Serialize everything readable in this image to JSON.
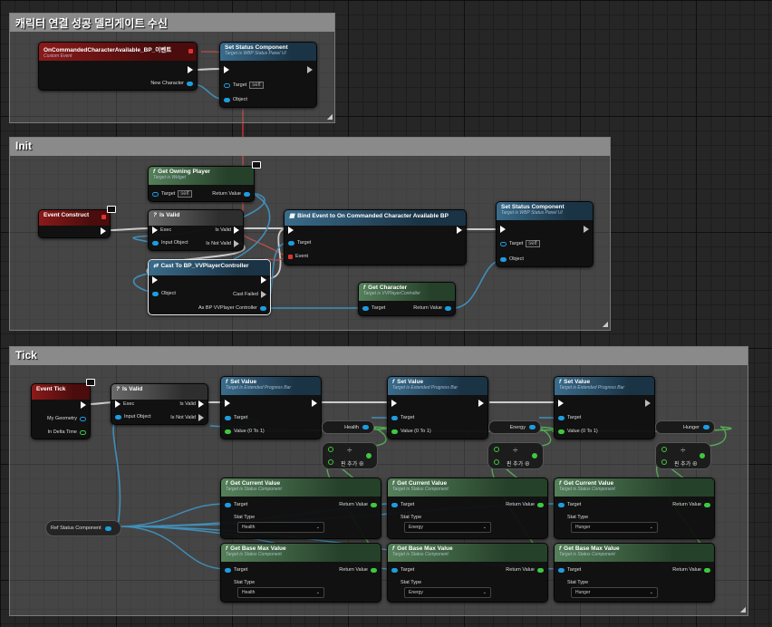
{
  "comments": {
    "top": "캐릭터 연결 성공 델리게이트 수신",
    "init": "Init",
    "tick": "Tick"
  },
  "pin_labels": {
    "target": "Target",
    "self": "self",
    "object": "Object",
    "return_value": "Return Value",
    "exec": "Exec",
    "input_object": "Input Object",
    "is_valid": "Is Valid",
    "is_not_valid": "Is Not Valid",
    "cast_failed": "Cast Failed",
    "as_bp_vv": "As BP VVPlayer Controller",
    "event": "Event",
    "value_0_to_1": "Value (0 To 1)",
    "stat_type": "Stat Type",
    "my_geometry": "My Geometry",
    "in_delta_time": "In Delta Time",
    "new_character": "New Character",
    "add_pin": "핀 추가",
    "divide": "÷"
  },
  "nodes": {
    "on_commanded": {
      "title": "OnCommandedCharacterAvailable_BP_이벤트",
      "subtitle": "Custom Event"
    },
    "set_status_1": {
      "title": "Set Status Component",
      "subtitle": "Target is WBP Status Panel UI"
    },
    "get_owning_player": {
      "title": "Get Owning Player",
      "subtitle": "Target is Widget"
    },
    "event_construct": {
      "title": "Event Construct"
    },
    "is_valid_init": {
      "title": "Is Valid"
    },
    "bind_event": {
      "title": "Bind Event to On Commanded Character Available BP"
    },
    "set_status_2": {
      "title": "Set Status Component",
      "subtitle": "Target is WBP Status Panel UI"
    },
    "cast": {
      "title": "Cast To BP_VVPlayerController"
    },
    "get_character": {
      "title": "Get Character",
      "subtitle": "Target is VVPlayerController"
    },
    "event_tick": {
      "title": "Event Tick"
    },
    "is_valid_tick": {
      "title": "Is Valid"
    },
    "set_value": {
      "title": "Set Value",
      "subtitle": "Target is Extended Progress Bar"
    },
    "get_current_value": {
      "title": "Get Current Value",
      "subtitle": "Target is Status Component"
    },
    "get_base_max_value": {
      "title": "Get Base Max Value",
      "subtitle": "Target is Status Component"
    },
    "ref_status": {
      "title": "Ref Status Component"
    }
  },
  "reroutes": [
    "Health",
    "Energy",
    "Hunger"
  ],
  "stat_types": [
    "Health",
    "Energy",
    "Hunger"
  ]
}
